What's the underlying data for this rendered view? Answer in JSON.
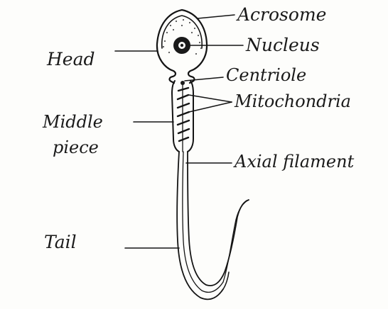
{
  "labels": {
    "acrosome": "Acrosome",
    "nucleus": "Nucleus",
    "head": "Head",
    "centriole": "Centriole",
    "mitochondria": "Mitochondria",
    "middle_piece_line1": "Middle",
    "middle_piece_line2": "piece",
    "axial_filament": "Axial filament",
    "tail": "Tail"
  },
  "colors": {
    "ink": "#141414",
    "background": "#fdfdfb",
    "stipple": "#555555"
  }
}
